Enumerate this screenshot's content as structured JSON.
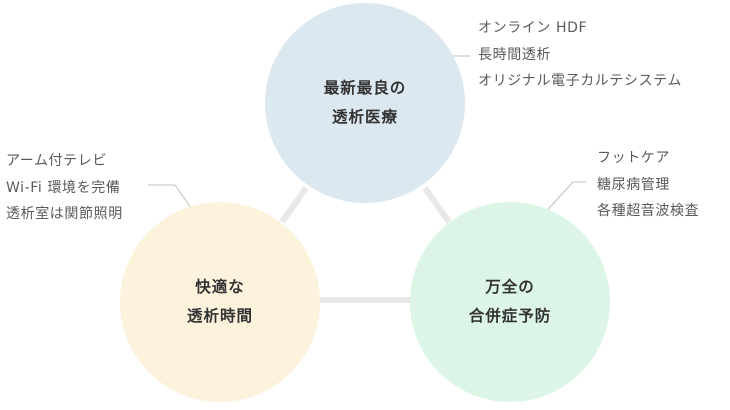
{
  "colors": {
    "top_circle": "#dce8f0",
    "left_circle": "#fdf2dc",
    "right_circle": "#dcf5e6",
    "connector": "#e8e8e8",
    "leader_line": "#bfbfbf",
    "label_text": "#333333",
    "annotation_text": "#5a5a5a"
  },
  "nodes": {
    "top": {
      "title_lines": [
        "最新最良の",
        "透析医療"
      ],
      "features": [
        "オンライン HDF",
        "長時間透析",
        "オリジナル電子カルテシステム"
      ]
    },
    "left": {
      "title_lines": [
        "快適な",
        "透析時間"
      ],
      "features": [
        "アーム付テレビ",
        "Wi-Fi 環境を完備",
        "透析室は関節照明"
      ]
    },
    "right": {
      "title_lines": [
        "万全の",
        "合併症予防"
      ],
      "features": [
        "フットケア",
        "糖尿病管理",
        "各種超音波検査"
      ]
    }
  }
}
